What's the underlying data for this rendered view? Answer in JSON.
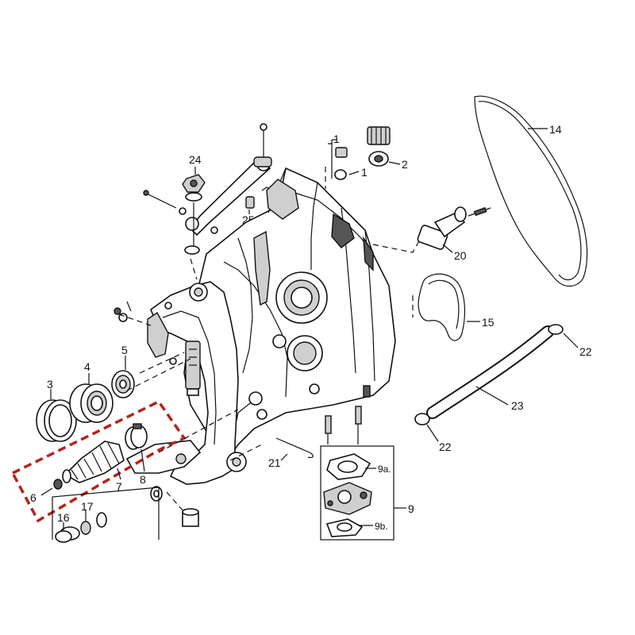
{
  "diagram": {
    "callouts": [
      {
        "id": "c1",
        "text": "1"
      },
      {
        "id": "c1b",
        "text": "1"
      },
      {
        "id": "c2",
        "text": "2"
      },
      {
        "id": "c3",
        "text": "3"
      },
      {
        "id": "c4",
        "text": "4"
      },
      {
        "id": "c5",
        "text": "5"
      },
      {
        "id": "c6",
        "text": "6"
      },
      {
        "id": "c7",
        "text": "7"
      },
      {
        "id": "c8",
        "text": "8"
      },
      {
        "id": "c9",
        "text": "9"
      },
      {
        "id": "c9a",
        "text": "9a."
      },
      {
        "id": "c9b",
        "text": "9b."
      },
      {
        "id": "c14",
        "text": "14"
      },
      {
        "id": "c15",
        "text": "15"
      },
      {
        "id": "c16",
        "text": "16"
      },
      {
        "id": "c17",
        "text": "17"
      },
      {
        "id": "c20",
        "text": "20"
      },
      {
        "id": "c21",
        "text": "21"
      },
      {
        "id": "c22a",
        "text": "22"
      },
      {
        "id": "c22b",
        "text": "22"
      },
      {
        "id": "c23",
        "text": "23"
      },
      {
        "id": "c24",
        "text": "24"
      },
      {
        "id": "c25a",
        "text": "25"
      },
      {
        "id": "c25b",
        "text": "25"
      }
    ],
    "highlight_color": "#b3231e",
    "line_color": "#111111"
  }
}
